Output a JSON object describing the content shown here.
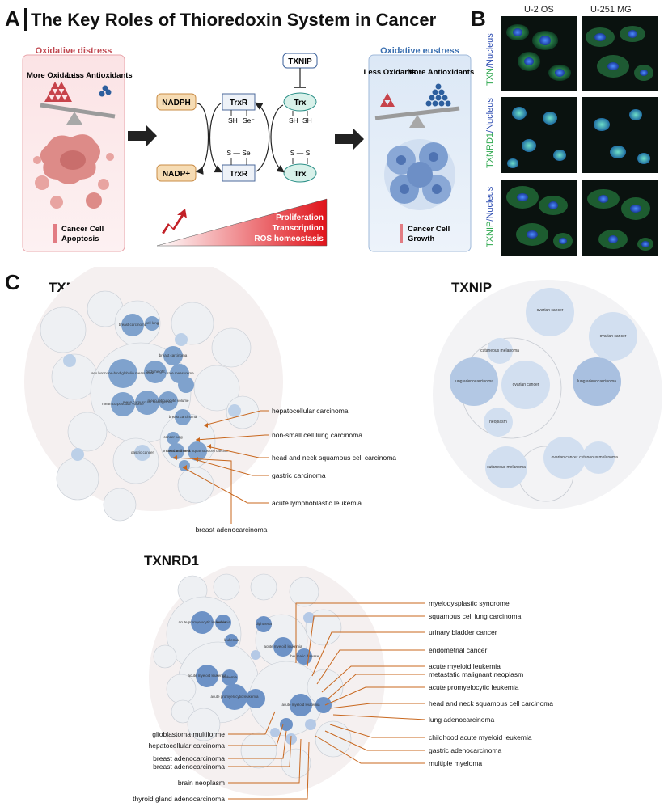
{
  "panel_a": {
    "letter": "A",
    "title": "The Key Roles of Thioredoxin System in Cancer",
    "distress": {
      "heading": "Oxidative distress",
      "left": "More Oxidants",
      "right": "Less Antioxidants",
      "legend": "Cancer Cell Apoptosis"
    },
    "eustress": {
      "heading": "Oxidative eustress",
      "left": "Less Oxidants",
      "right": "More Antioxidants",
      "legend": "Cancer Cell Growth"
    },
    "cycle": {
      "nadph": "NADPH",
      "nadp": "NADP+",
      "trxr": "TrxR",
      "trx": "Trx",
      "txnip": "TXNIP",
      "sh": "SH",
      "se_minus": "Se⁻",
      "s_se": "S — Se",
      "s_s": "S — S"
    },
    "gradient": [
      "Proliferation",
      "Transcription",
      "ROS homeostasis"
    ],
    "colors": {
      "distress": "#c0474f",
      "eustress": "#3a6fb0",
      "trx": "#2b8f87",
      "nadph": "#d48b3f"
    }
  },
  "panel_b": {
    "letter": "B",
    "columns": [
      "U-2 OS",
      "U-251 MG"
    ],
    "rows": [
      {
        "green": "TXN",
        "blue": "Nucleus",
        "sep": "/"
      },
      {
        "green": "TXNRD1",
        "blue": "Nucleus",
        "sep": "/"
      },
      {
        "green": "TXNIP",
        "blue": "Nucleus",
        "sep": "/"
      }
    ]
  },
  "panel_c": {
    "letter": "C",
    "txn": {
      "title": "TXN",
      "callouts": [
        "hepatocellular carcinoma",
        "non-small cell lung carcinoma",
        "head and neck squamous cell carcinoma",
        "gastric carcinoma",
        "acute lymphoblastic leukemia",
        "breast adenocarcinoma"
      ],
      "bubble_labels": [
        "breast carcinoma",
        "cell lung",
        "breast carcinoma",
        "sex hormone-bind globulin measureme",
        "body height",
        "urate measureme",
        "mean corpuscular volume",
        "mean corpuscular hemoglobin",
        "mean reticulocyte volume",
        "mean corpuscular hemoglobin concentrat",
        "blood cell density",
        "breast carcinoma",
        "alcohol consum",
        "thyroid measureme",
        "stomach cancer",
        "cancer lung",
        "breast carcinoma",
        "head and neck squamous cell carcino",
        "gastric cancer",
        "gastric adenocarcinoma"
      ]
    },
    "txnip": {
      "title": "TXNIP",
      "bubbles": [
        "ovarian cancer",
        "ovarian cancer",
        "cutaneous melanoma",
        "lung adenocarcinoma",
        "ovarian cancer",
        "lung adenocarcinoma",
        "neoplasm",
        "cutaneous melanoma",
        "ovarian cancer",
        "cutaneous melanoma"
      ]
    },
    "txnrd1": {
      "title": "TXNRD1",
      "left_callouts": [
        "glioblastoma multiforme",
        "hepatocellular carcinoma",
        "breast adenocarcinoma",
        "breast adenocarcinoma",
        "brain neoplasm",
        "thyroid gland adenocarcinoma"
      ],
      "right_callouts": [
        "myelodysplastic syndrome",
        "squamous cell lung carcinoma",
        "urinary bladder cancer",
        "endometrial cancer",
        "acute myeloid leukemia",
        "metastatic malignant neoplasm",
        "acute promyelocytic leukemia",
        "head and neck squamous cell carcinoma",
        "lung adenocarcinoma",
        "childhood acute myeloid leukemia",
        "gastric adenocarcinoma",
        "multiple myeloma"
      ],
      "bubble_labels": [
        "acute promyelocytic leukemia",
        "leukemia",
        "diphtheria",
        "acute myeloid leukemia",
        "leukemia",
        "acute myeloid leukemia",
        "rheumatic disease",
        "leukemia",
        "acute promyelocytic leukemia",
        "acute myeloid leukemia",
        "breast carcinoma",
        "neoplasm",
        "lung cancer",
        "brain neoplasm",
        "leukemia",
        "thyroid gland cancer"
      ]
    }
  }
}
